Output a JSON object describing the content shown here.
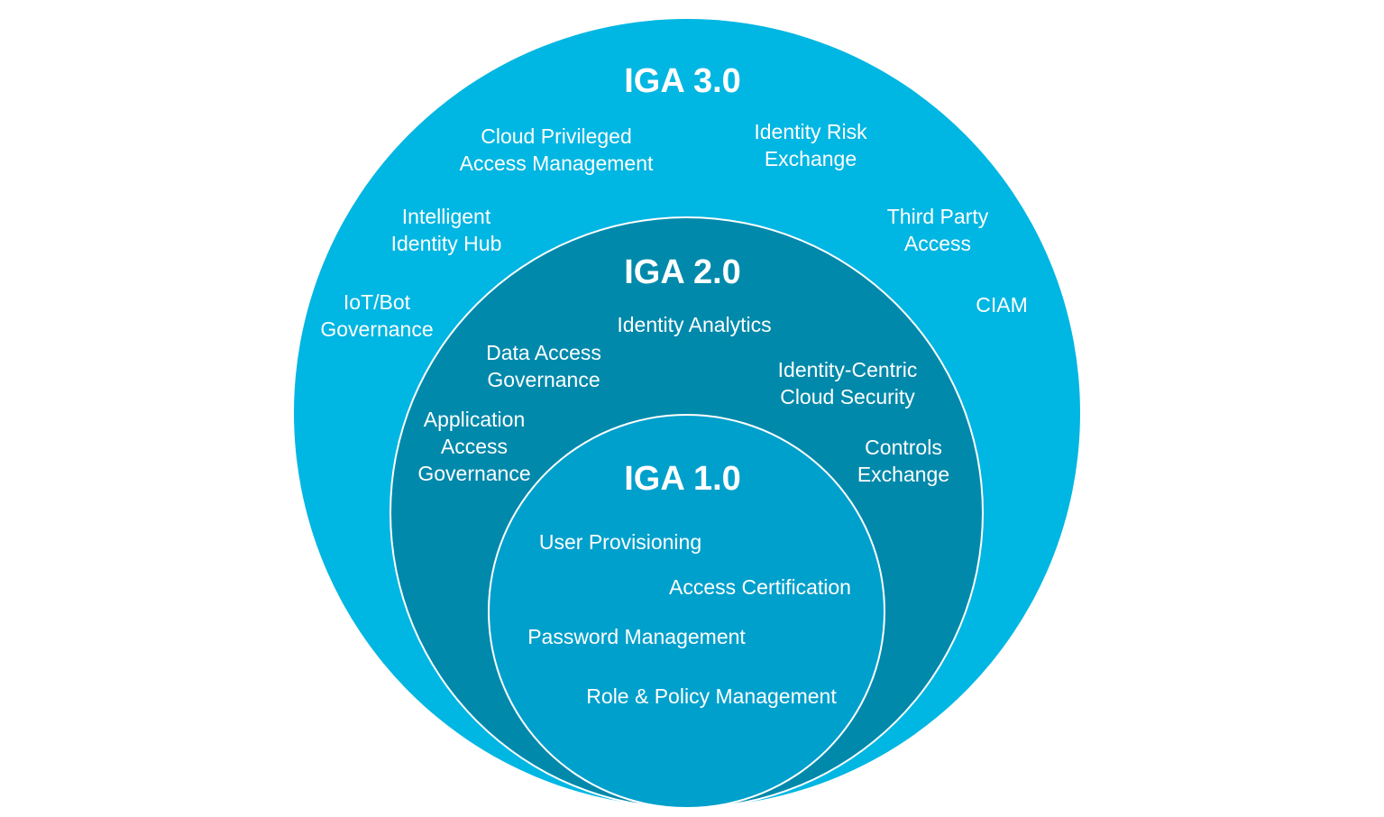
{
  "colors": {
    "outer": "#00b6e2",
    "middle": "#0089ab",
    "inner": "#00a0cc",
    "text": "#ffffff",
    "background": "#ffffff"
  },
  "iga3": {
    "title": "IGA 3.0",
    "items": [
      [
        "Cloud Privileged",
        "Access Management"
      ],
      [
        "Identity Risk",
        "Exchange"
      ],
      [
        "Intelligent",
        "Identity Hub"
      ],
      [
        "Third Party",
        "Access"
      ],
      [
        "IoT/Bot",
        "Governance"
      ],
      [
        "CIAM"
      ]
    ]
  },
  "iga2": {
    "title": "IGA 2.0",
    "items": [
      [
        "Identity Analytics"
      ],
      [
        "Data Access",
        "Governance"
      ],
      [
        "Identity-Centric",
        "Cloud Security"
      ],
      [
        "Application",
        "Access",
        "Governance"
      ],
      [
        "Controls",
        "Exchange"
      ]
    ]
  },
  "iga1": {
    "title": "IGA 1.0",
    "items": [
      [
        "User Provisioning"
      ],
      [
        "Access Certification"
      ],
      [
        "Password Management"
      ],
      [
        "Role & Policy Management"
      ]
    ]
  }
}
